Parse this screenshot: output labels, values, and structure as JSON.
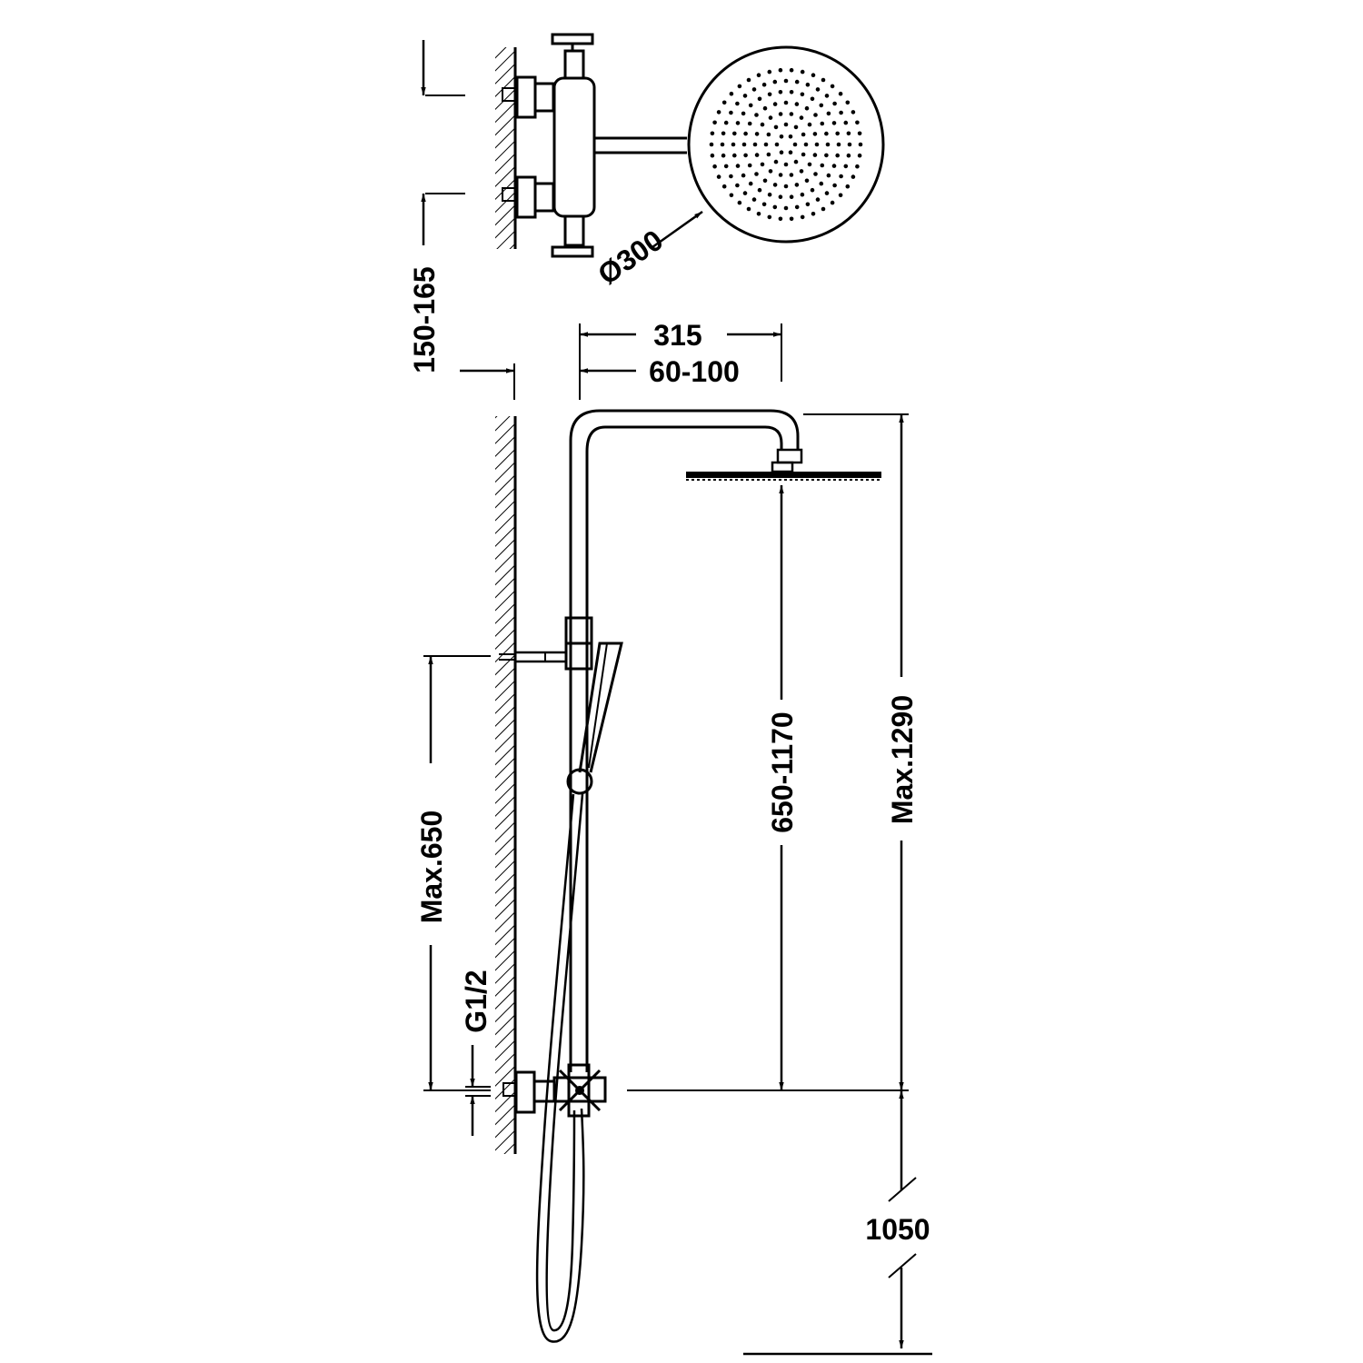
{
  "diagram": {
    "dimensions": {
      "connection_spacing": "150-165",
      "head_diameter": "Ø300",
      "arm_length": "315",
      "wall_distance": "60-100",
      "head_height_range": "650-1170",
      "max_total_height": "Max.1290",
      "max_lower_bracket": "Max.650",
      "thread": "G1/2",
      "floor_height": "1050"
    },
    "colors": {
      "line": "#000000",
      "background": "#ffffff"
    }
  }
}
